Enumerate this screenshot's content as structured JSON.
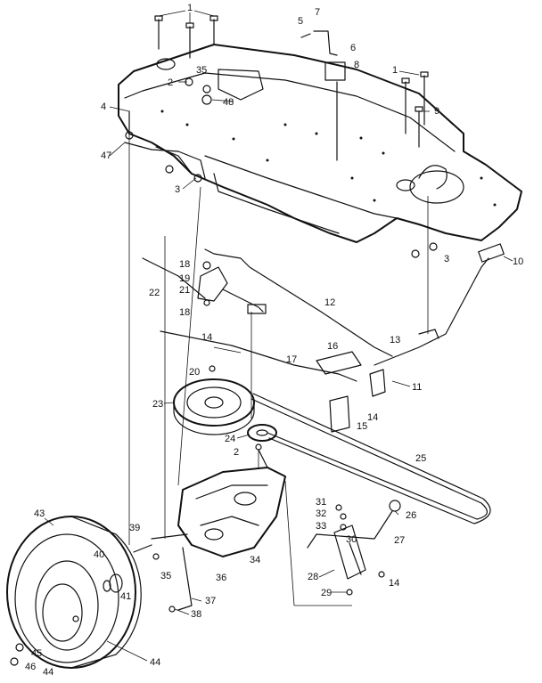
{
  "callouts": [
    "1",
    "2",
    "3",
    "4",
    "5",
    "6",
    "7",
    "8",
    "9",
    "10",
    "11",
    "12",
    "13",
    "14",
    "15",
    "16",
    "17",
    "18",
    "19",
    "20",
    "21",
    "22",
    "23",
    "24",
    "25",
    "26",
    "27",
    "28",
    "29",
    "30",
    "31",
    "32",
    "33",
    "34",
    "35",
    "36",
    "37",
    "38",
    "39",
    "40",
    "41",
    "43",
    "44",
    "45",
    "46",
    "47",
    "48"
  ],
  "extra_labels": {
    "n1b": "1",
    "n2b": "2",
    "n3b": "3",
    "n14b": "14",
    "n14c": "14",
    "n18b": "18",
    "n35b": "35",
    "n44b": "44"
  }
}
